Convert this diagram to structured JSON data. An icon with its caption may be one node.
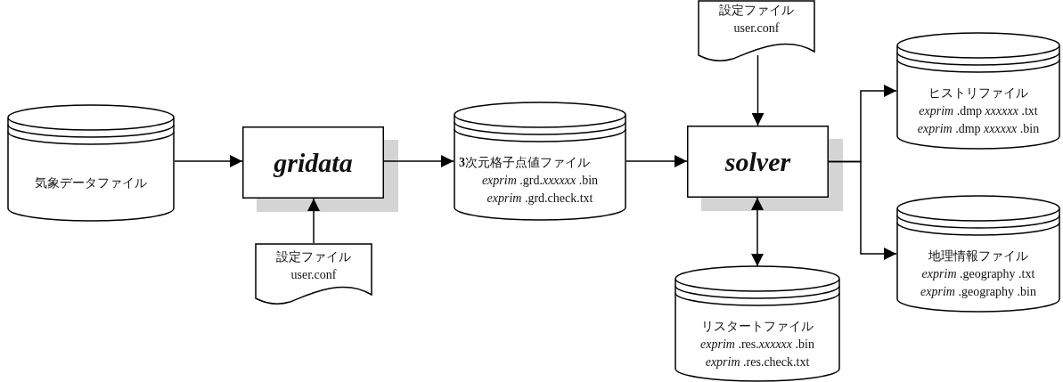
{
  "diagram": {
    "nodes": [
      {
        "text": [
          "気象データファイル"
        ]
      },
      {
        "text": [
          "gridata"
        ]
      },
      {
        "text": [
          "設定ファイル",
          "user.conf"
        ]
      },
      {
        "text": [
          "**3**次元格子点値ファイル",
          "*exprim* .grd.*xxxxxx* .bin",
          "*exprim* .grd.check.txt"
        ]
      },
      {
        "text": [
          "設定ファイル",
          "user.conf"
        ]
      },
      {
        "text": [
          "solver"
        ]
      },
      {
        "text": [
          "ヒストリファイル",
          "*exprim* .dmp *xxxxxx* .txt",
          "*exprim* .dmp *xxxxxx* .bin"
        ]
      },
      {
        "text": [
          "地理情報ファイル",
          "*exprim* .geography .txt",
          "*exprim* .geography .bin"
        ]
      },
      {
        "text": [
          "リスタートファイル",
          "*exprim* .res.*xxxxxx* .bin",
          "*exprim* .res.check.txt"
        ]
      }
    ],
    "edges": [
      {
        "from": 0,
        "to": 1,
        "arrow": "to"
      },
      {
        "from": 2,
        "to": 1,
        "arrow": "to"
      },
      {
        "from": 1,
        "to": 3,
        "arrow": "to"
      },
      {
        "from": 3,
        "to": 5,
        "arrow": "to"
      },
      {
        "from": 4,
        "to": 5,
        "arrow": "to"
      },
      {
        "from": 5,
        "to": 8,
        "arrow": "both"
      },
      {
        "from": 5,
        "to": 6,
        "arrow": "to"
      },
      {
        "from": 5,
        "to": 7,
        "arrow": "to"
      }
    ]
  }
}
